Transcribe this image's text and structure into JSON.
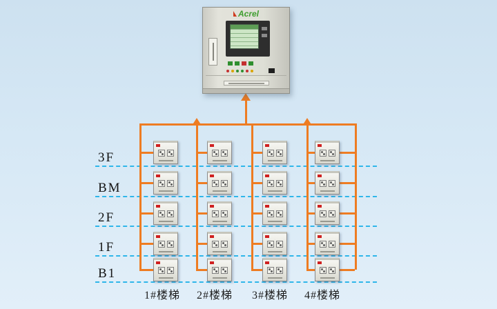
{
  "diagram": {
    "brand": "Acrel",
    "floors": [
      {
        "label": "3F"
      },
      {
        "label": "BM"
      },
      {
        "label": "2F"
      },
      {
        "label": "1F"
      },
      {
        "label": "B1"
      }
    ],
    "staircases": [
      {
        "label": "1#楼梯"
      },
      {
        "label": "2#楼梯"
      },
      {
        "label": "3#楼梯"
      },
      {
        "label": "4#楼梯"
      }
    ],
    "grid": {
      "rows": 5,
      "columns": 4,
      "device_count": 20
    },
    "colors": {
      "wire": "#ee7c22",
      "floor_line": "#2eb6ea",
      "background": "#d5e7f4",
      "lcd": "#cde6c6",
      "brand_green": "#3f9e2f"
    }
  }
}
